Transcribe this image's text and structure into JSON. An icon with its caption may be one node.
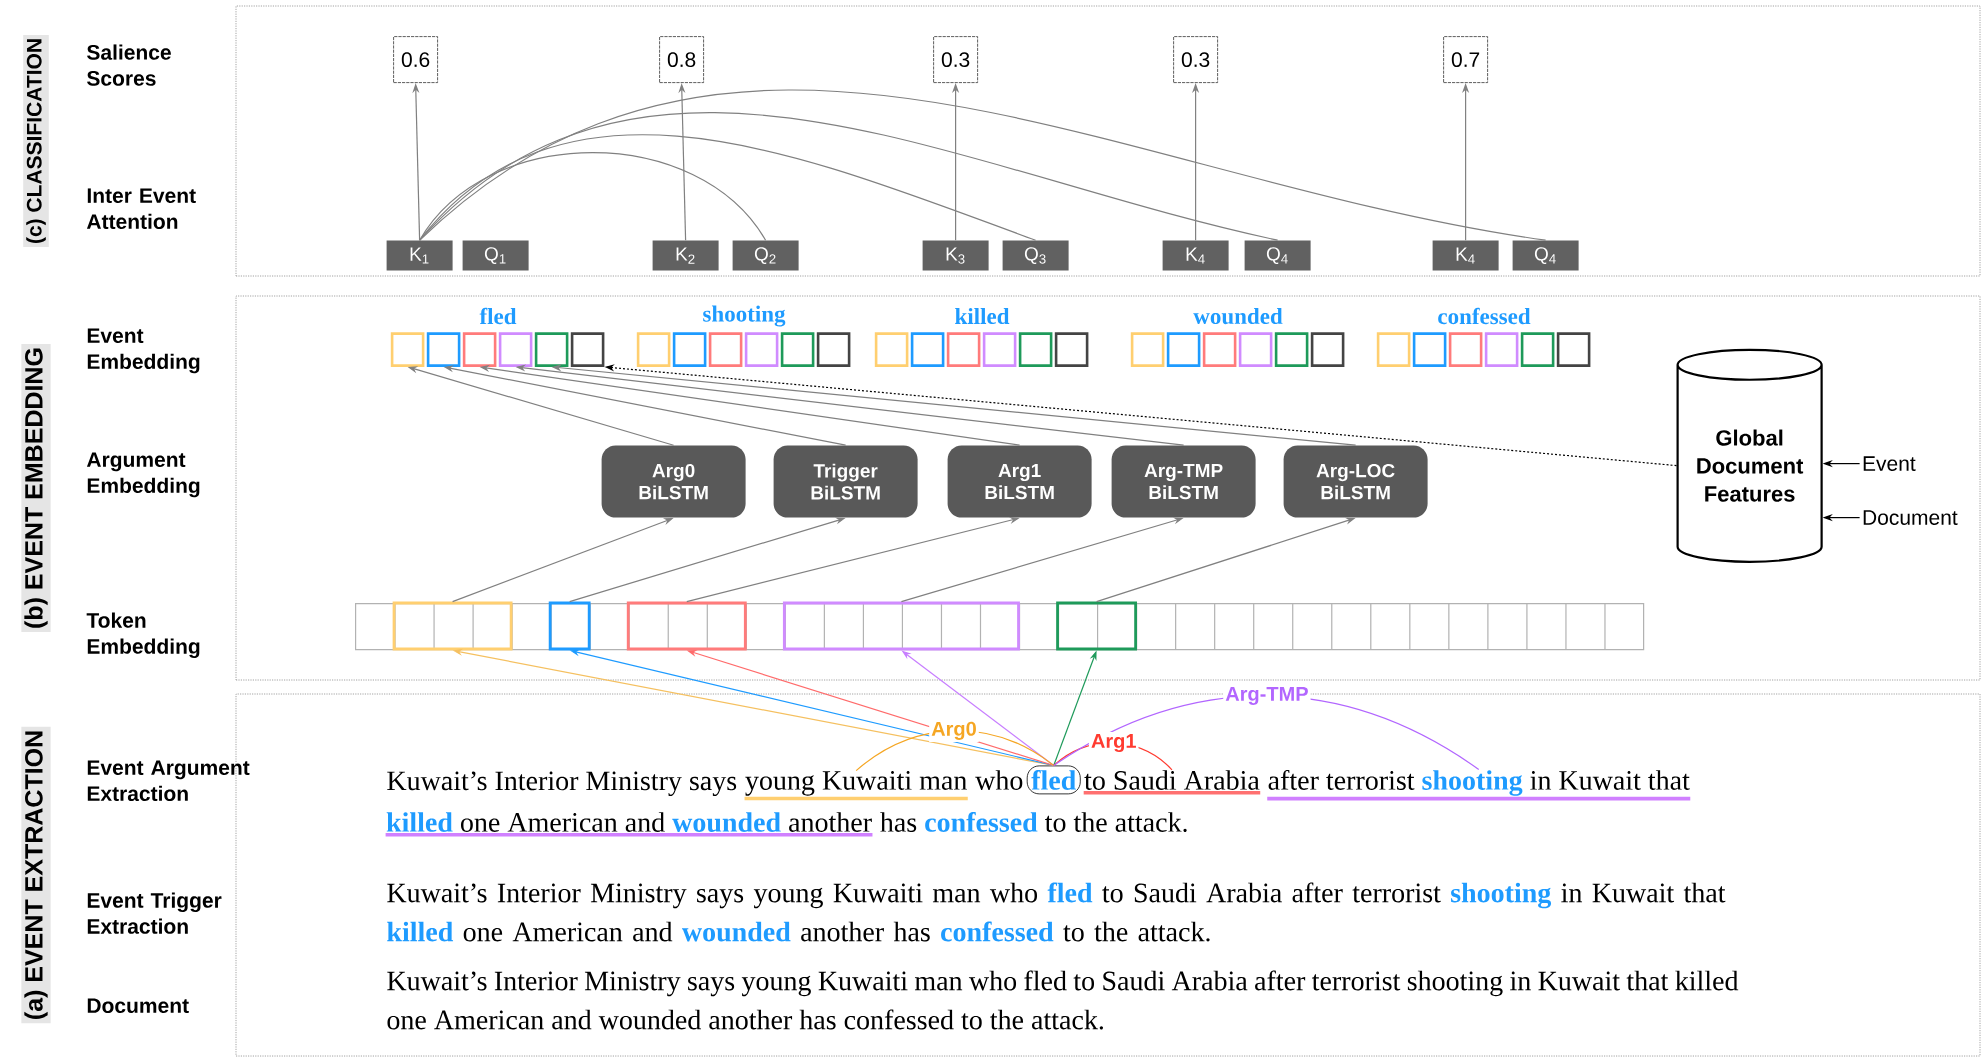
{
  "diagram": {
    "nodes": [
      {
        "text": [
          "(c) CLASSIFICATION"
        ]
      },
      {
        "text": [
          "(b) EVENT EMBEDDING"
        ]
      },
      {
        "text": [
          "(a) EVENT EXTRACTION"
        ]
      },
      {
        "text": [
          "0.6"
        ],
        "in": 0
      },
      {
        "text": [
          "0.8"
        ],
        "in": 0
      },
      {
        "text": [
          "0.3"
        ],
        "in": 0
      },
      {
        "text": [
          "0.3"
        ],
        "in": 0
      },
      {
        "text": [
          "0.7"
        ],
        "in": 0
      },
      {
        "text": [
          "K$_{1}$"
        ],
        "in": 0
      },
      {
        "text": [
          "Q$_{1}$"
        ],
        "in": 0
      },
      {
        "text": [
          "K$_{2}$"
        ],
        "in": 0
      },
      {
        "text": [
          "Q$_{2}$"
        ],
        "in": 0
      },
      {
        "text": [
          "K$_{3}$"
        ],
        "in": 0
      },
      {
        "text": [
          "Q$_{3}$"
        ],
        "in": 0
      },
      {
        "text": [
          "K$_{4}$"
        ],
        "in": 0
      },
      {
        "text": [
          "Q$_{4}$"
        ],
        "in": 0
      },
      {
        "text": [
          "K$_{4}$"
        ],
        "in": 0
      },
      {
        "text": [
          "Q$_{4}$"
        ],
        "in": 0
      },
      {
        "text": [],
        "shape": "box",
        "in": 1
      },
      {
        "text": [],
        "shape": "box",
        "in": 1
      },
      {
        "text": [],
        "shape": "box",
        "in": 1
      },
      {
        "text": [],
        "shape": "box",
        "in": 1
      },
      {
        "text": [],
        "shape": "box",
        "in": 1
      },
      {
        "text": [],
        "shape": "box",
        "in": 1
      },
      {
        "text": [],
        "shape": "box",
        "in": 1
      },
      {
        "text": [],
        "shape": "box",
        "in": 1
      },
      {
        "text": [],
        "shape": "box",
        "in": 1
      },
      {
        "text": [],
        "shape": "box",
        "in": 1
      },
      {
        "text": [],
        "shape": "box",
        "in": 1
      },
      {
        "text": [],
        "shape": "box",
        "in": 1
      },
      {
        "text": [],
        "shape": "box",
        "in": 1
      },
      {
        "text": [],
        "shape": "box",
        "in": 1
      },
      {
        "text": [],
        "shape": "box",
        "in": 1
      },
      {
        "text": [],
        "shape": "box",
        "in": 1
      },
      {
        "text": [],
        "shape": "box",
        "in": 1
      },
      {
        "text": [],
        "shape": "box",
        "in": 1
      },
      {
        "text": [],
        "shape": "box",
        "in": 1
      },
      {
        "text": [],
        "shape": "box",
        "in": 1
      },
      {
        "text": [],
        "shape": "box",
        "in": 1
      },
      {
        "text": [],
        "shape": "box",
        "in": 1
      },
      {
        "text": [],
        "shape": "box",
        "in": 1
      },
      {
        "text": [],
        "shape": "box",
        "in": 1
      },
      {
        "text": [],
        "shape": "box",
        "in": 1
      },
      {
        "text": [],
        "shape": "box",
        "in": 1
      },
      {
        "text": [],
        "shape": "box",
        "in": 1
      },
      {
        "text": [],
        "shape": "box",
        "in": 1
      },
      {
        "text": [],
        "shape": "box",
        "in": 1
      },
      {
        "text": [],
        "shape": "box",
        "in": 1
      },
      {
        "text": [
          "Arg0 BiLSTM"
        ],
        "in": 1
      },
      {
        "text": [
          "Trigger BiLSTM"
        ],
        "in": 1
      },
      {
        "text": [
          "Arg1 BiLSTM"
        ],
        "in": 1
      },
      {
        "text": [
          "Arg-TMP BiLSTM"
        ],
        "in": 1
      },
      {
        "text": [
          "Arg-LOC BiLSTM"
        ],
        "in": 1
      },
      {
        "text": [
          "Global Document Features"
        ],
        "in": 1
      },
      {
        "text": [
          "Event"
        ],
        "in": 1
      },
      {
        "text": [
          "Document"
        ],
        "in": 1
      },
      {
        "text": [],
        "shape": "box",
        "in": 1
      },
      {
        "text": [],
        "shape": "box",
        "in": 56
      },
      {
        "text": [],
        "shape": "box",
        "in": 56
      },
      {
        "text": [],
        "shape": "box",
        "in": 56
      },
      {
        "text": [],
        "shape": "box",
        "in": 56
      },
      {
        "text": [],
        "shape": "box",
        "in": 56
      },
      {
        "text": [
          "young Kuwaiti man"
        ],
        "in": 2
      },
      {
        "text": [
          "fled"
        ],
        "in": 2
      },
      {
        "text": [
          "to Saudi Arabia"
        ],
        "in": 2
      },
      {
        "text": [
          "after terrorist **shooting** in Kuwait that"
        ],
        "in": 2
      },
      {
        "text": [
          "**killed** one American and **wounded** another"
        ],
        "in": 2
      }
    ],
    "edges": [
      {
        "from": 8,
        "to": 3,
        "arrow": "to"
      },
      {
        "from": 10,
        "to": 4,
        "arrow": "to"
      },
      {
        "from": 12,
        "to": 5,
        "arrow": "to"
      },
      {
        "from": 14,
        "to": 6,
        "arrow": "to"
      },
      {
        "from": 16,
        "to": 7,
        "arrow": "to"
      },
      {
        "from": 8,
        "to": 11,
        "arrow": "none"
      },
      {
        "from": 8,
        "to": 13,
        "arrow": "none"
      },
      {
        "from": 8,
        "to": 15,
        "arrow": "none"
      },
      {
        "from": 8,
        "to": 17,
        "arrow": "none"
      },
      {
        "from": 48,
        "to": 18,
        "arrow": "to"
      },
      {
        "from": 49,
        "to": 19,
        "arrow": "to"
      },
      {
        "from": 50,
        "to": 20,
        "arrow": "to"
      },
      {
        "from": 51,
        "to": 21,
        "arrow": "to"
      },
      {
        "from": 52,
        "to": 22,
        "arrow": "to"
      },
      {
        "from": 53,
        "to": 23,
        "arrow": "to",
        "style": "dashed",
        "color": "#000000"
      },
      {
        "from": 54,
        "to": 53,
        "arrow": "to",
        "color": "#000000"
      },
      {
        "from": 55,
        "to": 53,
        "arrow": "to",
        "color": "#000000"
      },
      {
        "from": 57,
        "to": 48,
        "arrow": "to"
      },
      {
        "from": 58,
        "to": 49,
        "arrow": "to"
      },
      {
        "from": 59,
        "to": 50,
        "arrow": "to"
      },
      {
        "from": 60,
        "to": 51,
        "arrow": "to"
      },
      {
        "from": 61,
        "to": 52,
        "arrow": "to"
      },
      {
        "from": 63,
        "to": 57,
        "arrow": "to",
        "color": "#f5c060"
      },
      {
        "from": 63,
        "to": 58,
        "arrow": "to",
        "color": "#1e9bff"
      },
      {
        "from": 63,
        "to": 59,
        "arrow": "to",
        "color": "#ff6b6b"
      },
      {
        "from": 63,
        "to": 60,
        "arrow": "to",
        "color": "#c77dff"
      },
      {
        "from": 63,
        "to": 61,
        "arrow": "to",
        "color": "#1e9a5a"
      },
      {
        "from": 63,
        "to": 62,
        "arrow": "none",
        "label": "Arg0",
        "color": "#f5a623"
      },
      {
        "from": 63,
        "to": 64,
        "arrow": "none",
        "label": "Arg1",
        "color": "#ff3b30"
      },
      {
        "from": 63,
        "to": 65,
        "arrow": "none",
        "label": "Arg-TMP",
        "color": "#b266ff"
      }
    ],
    "labels": [
      "Salience Scores",
      "Inter Event Attention",
      "fled",
      "shooting",
      "killed",
      "wounded",
      "confessed",
      "Event Embedding",
      "Argument Embedding",
      "Token Embedding",
      "Event Argument Extraction",
      "Kuwait’s Interior Ministry says",
      "who",
      "has **confessed** to the attack.",
      "Event Trigger Extraction",
      "Kuwait’s Interior Ministry says young Kuwaiti man who **fled** to Saudi Arabia after terrorist **shooting** in Kuwait that **killed** one American and **wounded** another has **confessed** to the attack.",
      "Document",
      "Kuwait’s Interior Ministry says young Kuwaiti man who fled to Saudi Arabia after terrorist shooting in Kuwait that killed one American and wounded another has confessed to the attack."
    ]
  }
}
